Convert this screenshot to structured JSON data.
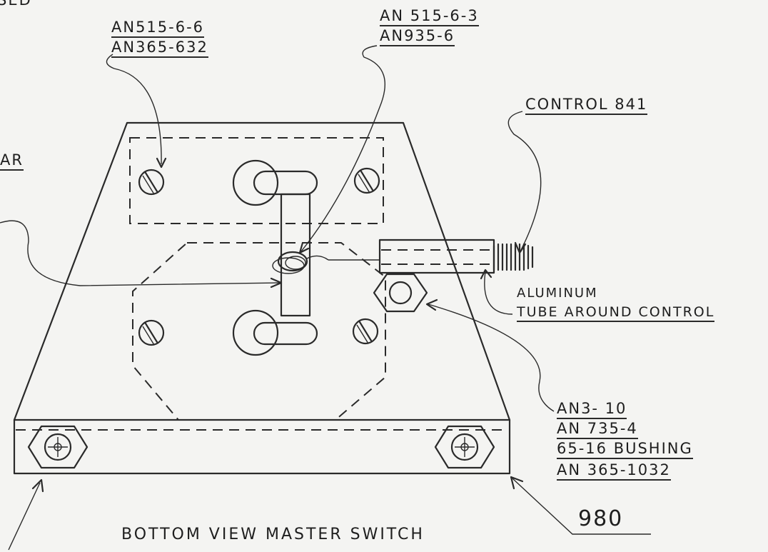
{
  "labels": {
    "cropped_top_left": "SED",
    "cropped_left_1": "AR",
    "screw_top_left": [
      "AN515-6-6",
      "AN365-632"
    ],
    "wire_center": [
      "AN 515-6-3",
      "AN935-6"
    ],
    "control": "CONTROL 841",
    "tube": [
      "ALUMINUM",
      "TUBE AROUND CONTROL"
    ],
    "bushing": [
      "AN3- 10",
      "AN 735-4",
      "65-16 BUSHING",
      "AN 365-1032"
    ],
    "part_number": "980",
    "title": "BOTTOM VIEW MASTER SWITCH"
  }
}
